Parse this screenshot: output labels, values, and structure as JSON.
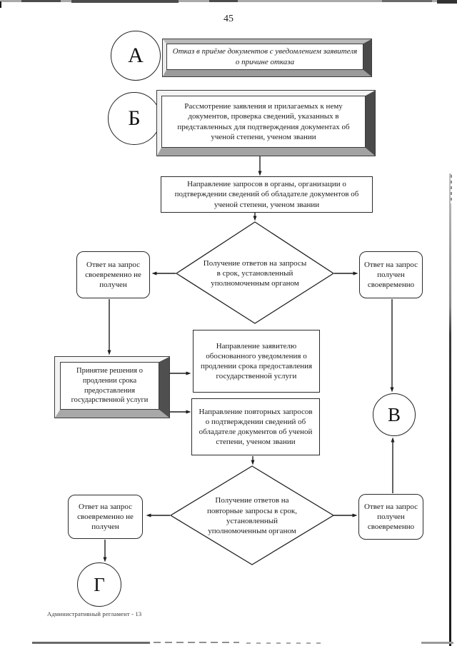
{
  "page": {
    "number": "45",
    "footer": "Административный регламент - 13"
  },
  "flowchart": {
    "connectors": {
      "a": "А",
      "b": "Б",
      "v": "В",
      "g": "Г"
    },
    "blocks": {
      "refusal": "Отказ в приёме документов с уведомлением заявителя о причине отказа",
      "review": "Рассмотрение заявления и прилагаемых к нему документов, проверка сведений, указанных в представленных для подтверждения документах об ученой степени, ученом звании",
      "send_requests": "Направление запросов в органы, организации о подтверждении сведений об обладателе документов об ученой степени, ученом звании",
      "decision_first": "Получение ответов на запросы в срок, установленный уполномоченным органом",
      "no_reply_first": "Ответ на запрос своевременно не получен",
      "reply_first": "Ответ на запрос получен своевременно",
      "extend_decision": "Принятие решения о продлении срока предоставления государственной услуги",
      "notify_applicant": "Направление заявителю обоснованного уведомления о продлении срока предоставления государственной услуги",
      "repeat_requests": "Направление повторных запросов о подтверждении сведений об обладателе документов об ученой степени, ученом звании",
      "decision_second": "Получение ответов на повторные запросы в срок, установленный уполномоченным органом",
      "no_reply_second": "Ответ на запрос своевременно не получен",
      "reply_second": "Ответ на запрос получен своевременно"
    }
  }
}
